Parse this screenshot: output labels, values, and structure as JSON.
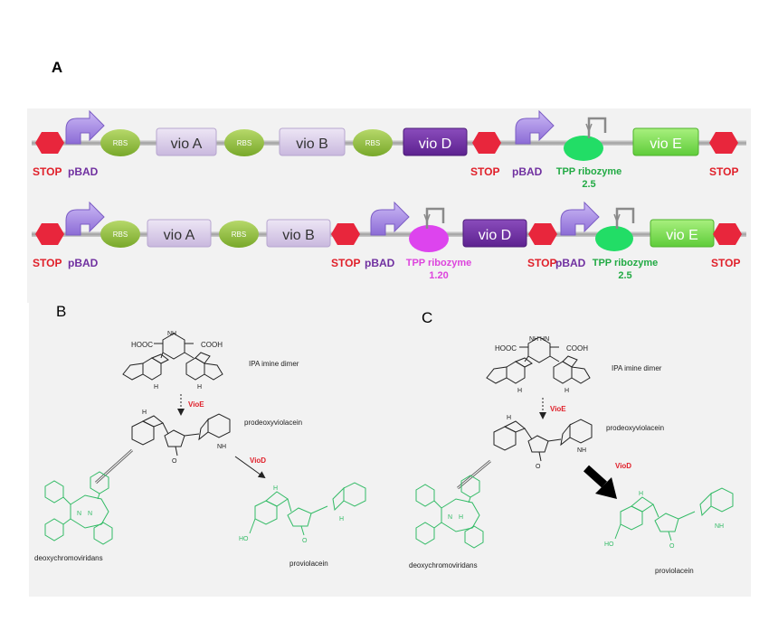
{
  "panel_a": {
    "letter": "A",
    "construct1": {
      "stop1": "STOP",
      "promoter1": "pBAD",
      "rbs1": "RBS",
      "gene1": "vio A",
      "rbs2": "RBS",
      "gene2": "vio B",
      "rbs3": "RBS",
      "gene3": "vio D",
      "stop2": "STOP",
      "promoter2": "pBAD",
      "ribozyme_line1": "TPP ribozyme",
      "ribozyme_line2": "2.5",
      "gene4": "vio E",
      "stop3": "STOP"
    },
    "construct2": {
      "stop1": "STOP",
      "promoter1": "pBAD",
      "rbs1": "RBS",
      "gene1": "vio A",
      "rbs2": "RBS",
      "gene2": "vio B",
      "stop2": "STOP",
      "promoter2": "pBAD",
      "ribozyme1_line1": "TPP ribozyme",
      "ribozyme1_line2": "1.20",
      "gene3": "vio D",
      "stop3": "STOP",
      "promoter3": "pBAD",
      "ribozyme2_line1": "TPP ribozyme",
      "ribozyme2_line2": "2.5",
      "gene4": "vio E",
      "stop4": "STOP"
    }
  },
  "panel_b": {
    "letter": "B",
    "compound1": "IPA imine dimer",
    "enzyme1": "VioE",
    "compound2": "prodeoxyviolacein",
    "enzyme2": "VioD",
    "compound3": "deoxychromoviridans",
    "compound4": "proviolacein",
    "hooc": "HOOC",
    "cooh": "COOH"
  },
  "panel_c": {
    "letter": "C",
    "compound1": "IPA imine dimer",
    "enzyme1": "VioE",
    "compound2": "prodeoxyviolacein",
    "enzyme2": "VioD",
    "compound3": "deoxychromoviridans",
    "compound4": "proviolacein",
    "hooc": "HOOC",
    "cooh": "COOH"
  },
  "colors": {
    "stop": "#e8263c",
    "promoter": "#a98de8",
    "rbs": "#8fbf3a",
    "gene_light": "#d9cdea",
    "gene_dark": "#7030a0",
    "vio_e": "#7fe05a",
    "ribozyme_green": "#22dd66",
    "ribozyme_magenta": "#dd44ee",
    "label_red": "#e0202a",
    "label_purple": "#7030a0",
    "label_green": "#22aa44",
    "label_magenta": "#dd44dd",
    "chem_green": "#33bb66",
    "chem_black": "#222222"
  }
}
